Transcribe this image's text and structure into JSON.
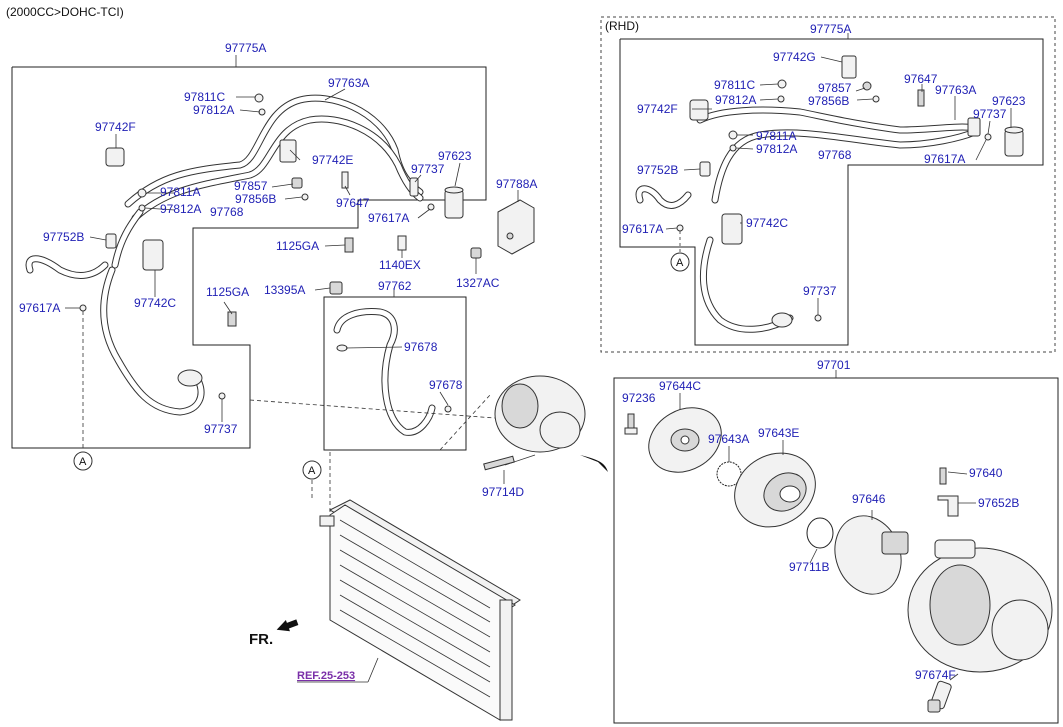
{
  "header": {
    "engine": "(2000CC>DOHC-TCI)",
    "rhd": "(RHD)"
  },
  "labels": {
    "l97775A": "97775A",
    "l97763A": "97763A",
    "l97811C": "97811C",
    "l97812A": "97812A",
    "l97742F": "97742F",
    "l97742E": "97742E",
    "l97737": "97737",
    "l97623": "97623",
    "l97811A": "97811A",
    "l97857": "97857",
    "l97856B": "97856B",
    "l97768": "97768",
    "l97647": "97647",
    "l97788A": "97788A",
    "l97617A": "97617A",
    "l97752B": "97752B",
    "l1125GA": "1125GA",
    "l1140EX": "1140EX",
    "l1327AC": "1327AC",
    "l97742C": "97742C",
    "l13395A": "13395A",
    "l97762": "97762",
    "l97678": "97678",
    "l97714D": "97714D",
    "l97701": "97701",
    "l97236": "97236",
    "l97644C": "97644C",
    "l97643A": "97643A",
    "l97643E": "97643E",
    "l97640": "97640",
    "l97646": "97646",
    "l97652B": "97652B",
    "l97711B": "97711B",
    "l97674F": "97674F",
    "circleA": "A",
    "fr": "FR.",
    "ref": "REF.25-253"
  }
}
